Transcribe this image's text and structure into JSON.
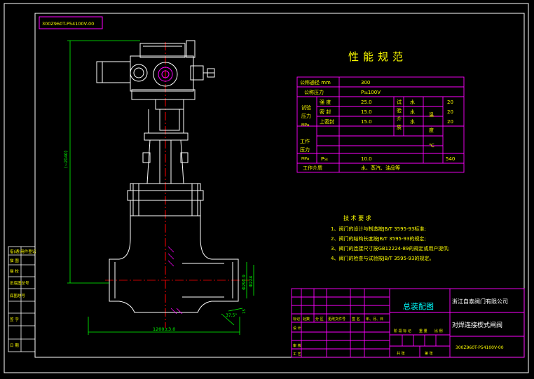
{
  "drawing": {
    "code": "300Z960T-P54100V-00",
    "overall_height": "(~2040)",
    "overall_length": "1200±3.0",
    "dim_dia_outer": "Φ290.9",
    "dim_dia_bore": "Φ224",
    "dim_angle": "37.5°",
    "dim_small": "15"
  },
  "spec_title": "性能规范",
  "spec_table": {
    "row_dn_label": "公称通径 mm",
    "row_dn_value": "300",
    "row_pn_label": "公称压力",
    "row_pn_value": "P₅₄100V",
    "test_pressure_label": [
      "试验",
      "压力",
      "MPa"
    ],
    "test_rows": [
      {
        "name": "强 度",
        "value": "25.0",
        "medium": "水",
        "temp": "20"
      },
      {
        "name": "密 封",
        "value": "15.0",
        "medium": "水",
        "temp": "20"
      },
      {
        "name": "上密封",
        "value": "15.0",
        "medium": "水",
        "temp": "20"
      }
    ],
    "test_medium_label": [
      "试",
      "验",
      "介",
      "质"
    ],
    "temp_label": [
      "温",
      "度",
      "℃"
    ],
    "work_pressure_label": [
      "工作",
      "压力",
      "MPa"
    ],
    "work_p_symbol": "P₅₄",
    "work_p_value": "10.0",
    "work_temp": "540",
    "work_medium_label": "工作介质",
    "work_medium_value": "水、蒸汽、油品等"
  },
  "tech_req": {
    "title": "技 术 要 求",
    "items": [
      "1、阀门的设计与制造按JB/T 3595-93标准;",
      "2、阀门的结构长度按JB/T 3595-93的规定;",
      "3、阀门的连接尺寸按GB12224-89的规定或用户提供;",
      "4、阀门的检查与试验按JB/T 3595-93的规定。"
    ]
  },
  "left_strip_labels": [
    "借(通)用件登记",
    "描 图",
    "描 校",
    "旧底图总号",
    "底图总号",
    "签 字",
    "日 期"
  ],
  "title_block": {
    "drawing_title": "总装配图",
    "company": "浙江自泰阀门有限公司",
    "product": "对焊连接楔式闸阀",
    "code": "300Z960T-P54100V-00",
    "header_row": [
      "标记",
      "处数",
      "分 区",
      "更改文件号",
      "签 名",
      "年、月、日"
    ],
    "roles": [
      "设 计",
      "审 核",
      "工 艺"
    ],
    "stage_labels": [
      "阶 段 标 记",
      "重 量",
      "比 例"
    ],
    "sheet_labels": [
      "共 张",
      "第 张"
    ]
  },
  "colors": {
    "frame": "#ffffff",
    "table": "#ff00ff",
    "text": "#ffff00",
    "centerline": "#ff0000",
    "dim": "#00ff00",
    "body": "#ffffff",
    "title": "#00ffff"
  }
}
